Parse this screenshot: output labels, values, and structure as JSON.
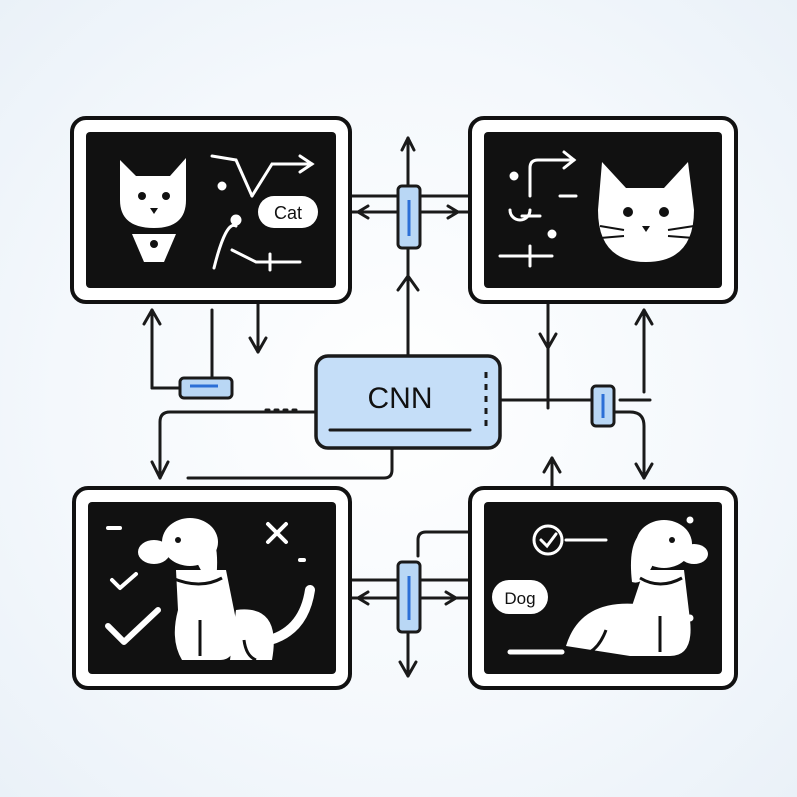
{
  "diagram": {
    "center_label": "CNN",
    "panels": [
      {
        "id": "cat-left",
        "label": "Cat"
      },
      {
        "id": "cat-right",
        "label": ""
      },
      {
        "id": "dog-left",
        "label": ""
      },
      {
        "id": "dog-right",
        "label": "Dog"
      }
    ]
  },
  "colors": {
    "panel_fill": "#111111",
    "panel_frame": "#111111",
    "accent_blue": "#b9d7f5",
    "accent_blue_stroke": "#2c6fd6",
    "icon_fg": "#ffffff",
    "line": "#1a1a1a"
  },
  "icons": [
    "cat-icon",
    "dog-icon",
    "check-icon",
    "cross-icon",
    "arrow-icon",
    "connector-plug-icon"
  ]
}
